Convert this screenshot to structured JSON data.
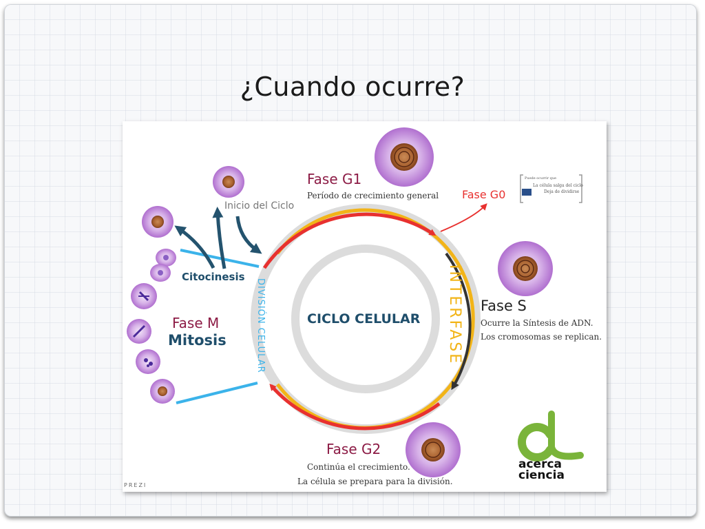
{
  "slide": {
    "title": "¿Cuando ocurre?"
  },
  "diagram": {
    "center_label": "CICLO CELULAR",
    "interfase_label": "INTERFASE",
    "division_label": "DIVISIÓN CELULAR",
    "fase_g1": {
      "title": "Fase G1",
      "description": "Período de crecimiento general"
    },
    "fase_g0": {
      "title": "Fase G0",
      "note_top": "Puede ocurrir que",
      "note_mid": "La célula salga del ciclo",
      "note_bottom": "Deja de dividirse"
    },
    "fase_s": {
      "title": "Fase S",
      "line1": "Ocurre la Síntesis de ADN.",
      "line2": "Los cromosomas se replican."
    },
    "fase_g2": {
      "title": "Fase G2",
      "line1": "Continúa el crecimiento.",
      "line2": "La célula se prepara para la división."
    },
    "fase_m": {
      "title": "Fase M",
      "subtitle": "Mitosis"
    },
    "citocinesis": "Citocinesis",
    "inicio": "Inicio del Ciclo",
    "prezi": "PREZI",
    "logo_line1": "acerca",
    "logo_line2": "ciencia"
  },
  "colors": {
    "red": "#e8312f",
    "yellow": "#f2b418",
    "gray_ring": "#d9d9d9",
    "dark_arrow": "#333333",
    "blue_line": "#3bb3ea",
    "teal_arrow": "#24536e",
    "title_purple": "#8c1b45",
    "center_text": "#1f4e6b",
    "logo_green": "#7ab43a",
    "cell_purple": "#b577d4"
  }
}
